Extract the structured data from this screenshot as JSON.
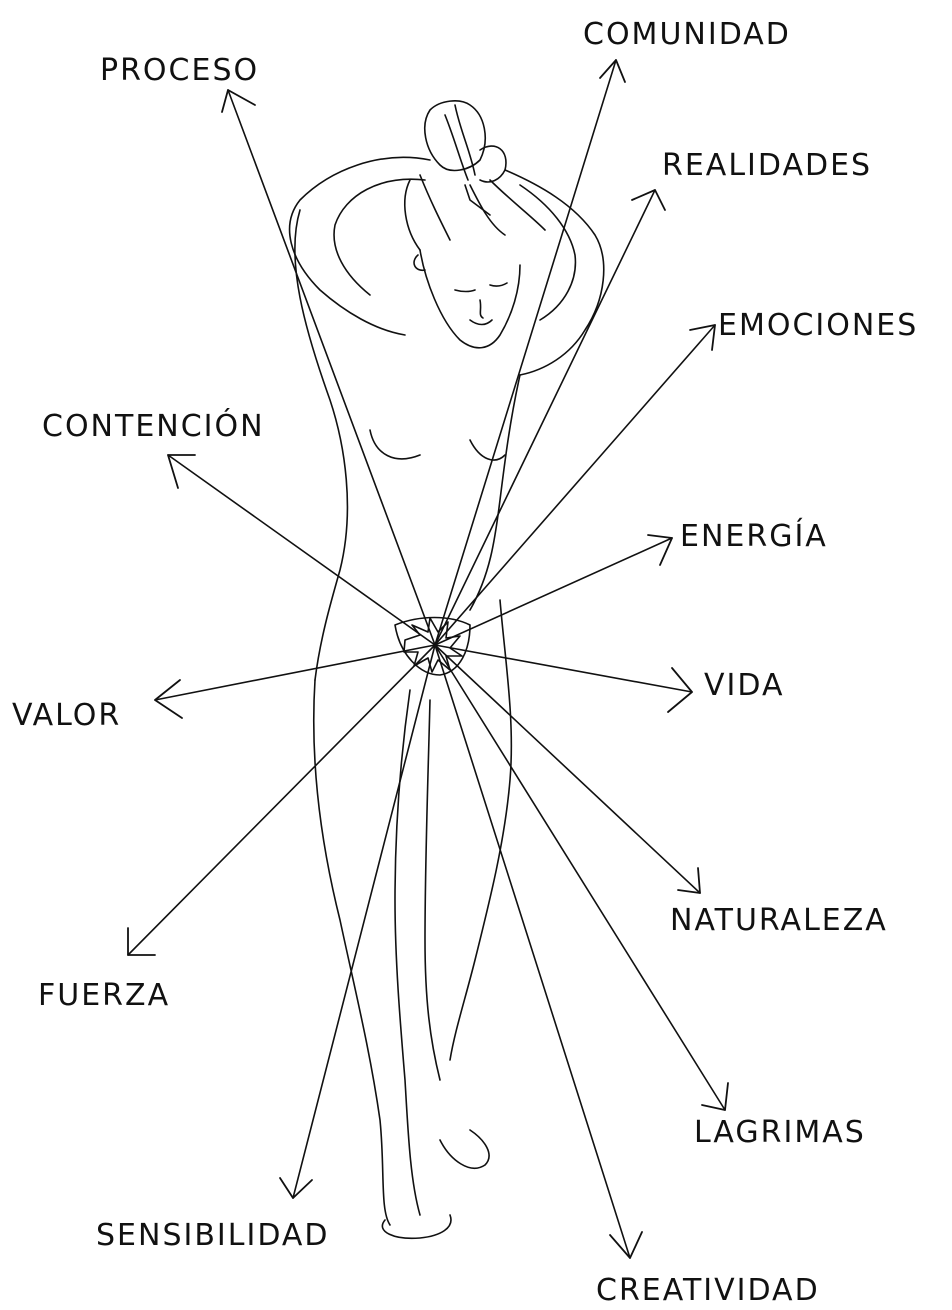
{
  "labels": {
    "proceso": "PROCESO",
    "comunidad": "COMUNIDAD",
    "realidades": "REALIDADES",
    "emociones": "EMOCIONES",
    "contencion": "CONTENCIÓN",
    "energia": "ENERGÍA",
    "vida": "VIDA",
    "valor": "VALOR",
    "naturaleza": "NATURALEZA",
    "fuerza": "FUERZA",
    "lagrimas": "LAGRIMAS",
    "sensibilidad": "SENSIBILIDAD",
    "creatividad": "CREATIVIDAD"
  },
  "colors": {
    "ink": "#111111",
    "paper": "#ffffff"
  }
}
